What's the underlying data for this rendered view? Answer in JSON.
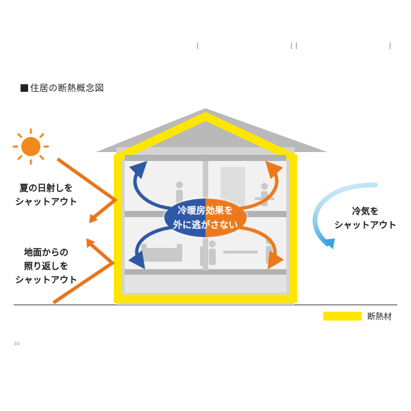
{
  "title": "住居の断熱概念図",
  "labels": {
    "sunlight": [
      "夏の日射しを",
      "シャットアウト"
    ],
    "ground": [
      "地面からの",
      "照り返しを",
      "シャットアウト"
    ],
    "cold": [
      "冷気を",
      "シャットアウト"
    ],
    "center": [
      "冷暖房効果を",
      "外に逃がさない"
    ]
  },
  "legend": {
    "label": "断熱材",
    "color": "#ffe600"
  },
  "page_number": "30",
  "colors": {
    "insulation": "#ffe600",
    "roof": "#b9b9b9",
    "wall": "#d3d3d3",
    "interior": "#ececec",
    "floor_slab": "#b2b2b2",
    "sun": "#f08a1a",
    "heat_arrow": "#e8751a",
    "cool_arrow": "#3aa6e0",
    "blue_air": "#2e59a6",
    "orange_air": "#ec7a1c"
  },
  "icons": [
    "sun-icon",
    "person-icon",
    "chair-icon",
    "sofa-icon",
    "table-icon",
    "fridge-icon"
  ]
}
